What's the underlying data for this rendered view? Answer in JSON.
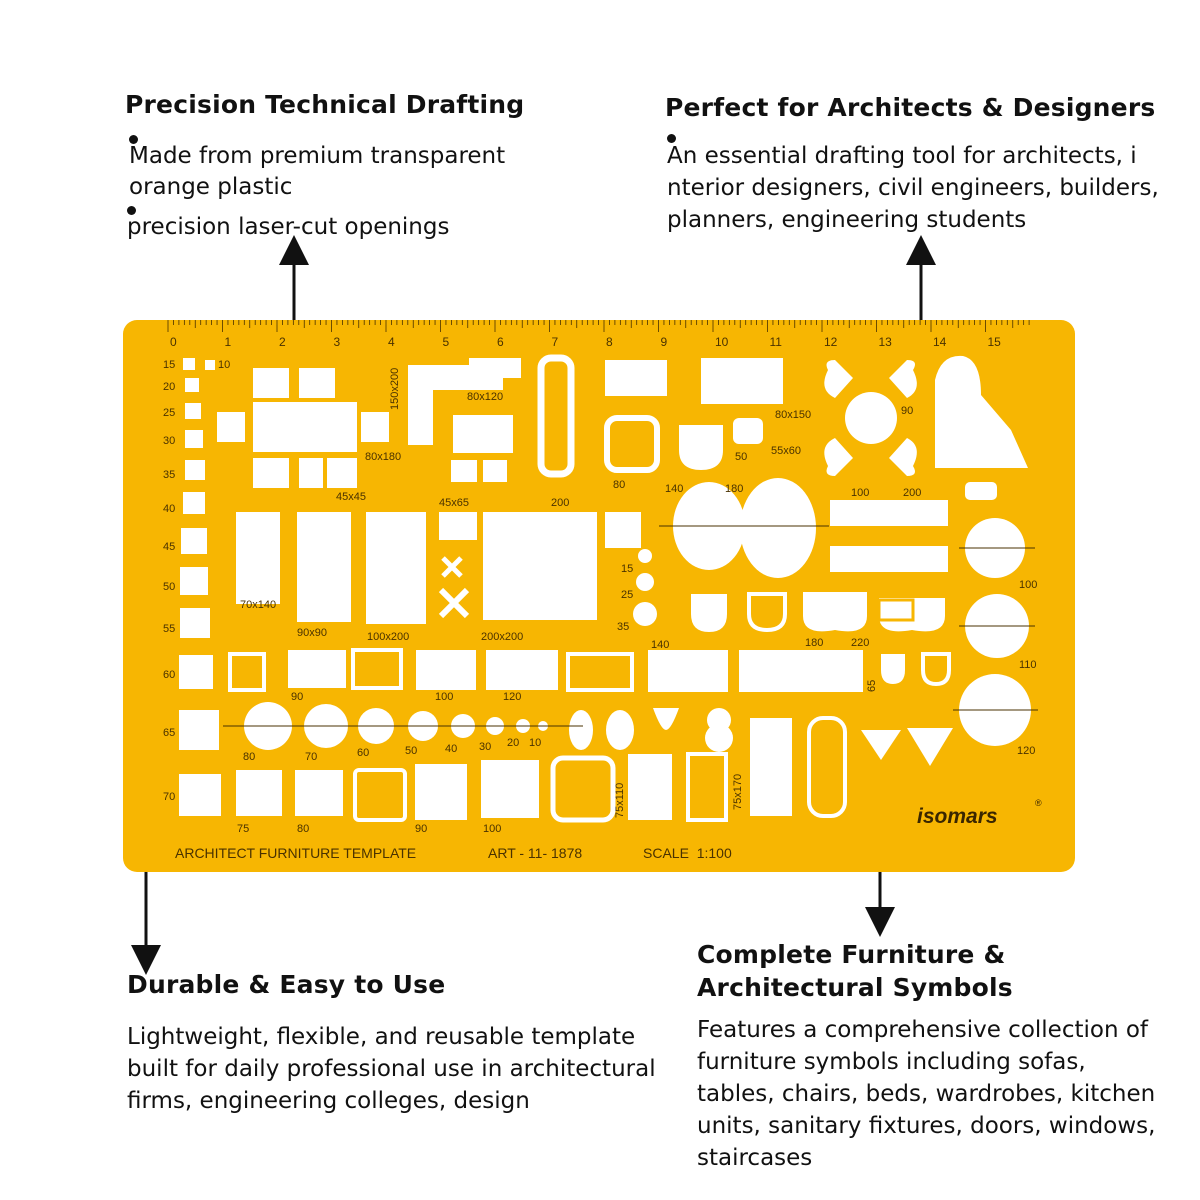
{
  "colors": {
    "template_fill": "#F7B602",
    "cutout": "#FFFFFF",
    "ink": "#111111",
    "template_ink": "#4A3200"
  },
  "sections": {
    "precision": {
      "title": "Precision Technical Drafting",
      "bullets": [
        "Made from premium transparent orange plastic",
        "precision laser-cut openings"
      ]
    },
    "architects": {
      "title": "Perfect for Architects & Designers",
      "bullets": [
        "An essential drafting tool for architects, i nterior designers, civil engineers, builders, planners, engineering students"
      ]
    },
    "durable": {
      "title": "Durable & Easy to Use",
      "body": "Lightweight, flexible, and reusable template built for daily professional use in architectural firms, engineering colleges, design"
    },
    "complete": {
      "title": "Complete Furniture & Architectural Symbols",
      "body": "Features a comprehensive collection of furniture symbols including sofas, tables, chairs, beds, wardrobes, kitchen units, sanitary fixtures, doors, windows, staircases"
    }
  },
  "template": {
    "brand": "isomars",
    "brand_mark": "®",
    "name": "ARCHITECT FURNITURE TEMPLATE",
    "art": "ART - 11- 1878",
    "scale": "SCALE  1:100",
    "ruler_numbers": [
      "0",
      "1",
      "2",
      "3",
      "4",
      "5",
      "6",
      "7",
      "8",
      "9",
      "10",
      "11",
      "12",
      "13",
      "14",
      "15"
    ],
    "left_scale": [
      "15",
      "20",
      "25",
      "30",
      "35",
      "40",
      "45",
      "50",
      "55",
      "60",
      "65",
      "70"
    ],
    "dim_labels": [
      "10",
      "150x200",
      "80x120",
      "80x180",
      "45x45",
      "45x65",
      "200",
      "80",
      "50",
      "80x150",
      "55x60",
      "90",
      "140",
      "180",
      "100",
      "200",
      "70x140",
      "90x90",
      "100x200",
      "200x200",
      "15",
      "25",
      "35",
      "140",
      "180",
      "220",
      "100",
      "110",
      "120",
      "90",
      "100",
      "120",
      "65",
      "80",
      "70",
      "60",
      "50",
      "40",
      "30",
      "20",
      "10",
      "75",
      "80",
      "90",
      "100",
      "75x110",
      "75x170"
    ]
  }
}
